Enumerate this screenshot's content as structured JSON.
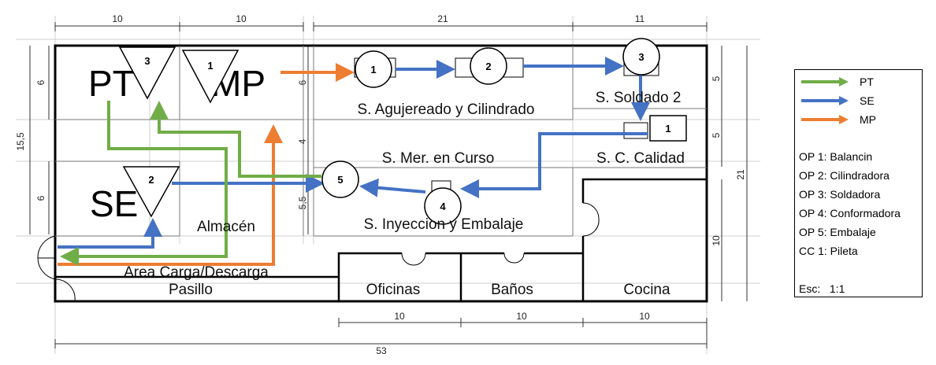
{
  "dimensions": {
    "top_mp": "10",
    "top_pt": "10",
    "top_agujereado": "21",
    "top_soldado": "11",
    "left_total": "15,5",
    "left_pt": "6",
    "left_se": "6",
    "mid_6": "6",
    "mid_4": "4",
    "mid_55": "5,5",
    "right_5a": "5",
    "right_5b": "5",
    "right_10": "10",
    "right_total": "21",
    "bottom_oficinas": "10",
    "bottom_banos": "10",
    "bottom_cocina": "10",
    "bottom_total": "53"
  },
  "rooms": {
    "pt": "PT",
    "mp": "MP",
    "se": "SE",
    "almacen": "Almacén",
    "agujereado": "S. Agujereado y Cilindrado",
    "soldado": "S. Soldado 2",
    "mer_curso": "S. Mer. en Curso",
    "calidad": "S. C. Calidad",
    "inyeccion": "S. Inyeccion y Embalaje",
    "carga": "Area Carga/Descarga",
    "pasillo": "Pasillo",
    "oficinas": "Oficinas",
    "banos": "Baños",
    "cocina": "Cocina"
  },
  "storage_numbers": {
    "pt": "3",
    "mp": "1",
    "se": "2"
  },
  "operations": {
    "op1": "1",
    "op2": "2",
    "op3": "3",
    "op4": "4",
    "op5": "5",
    "cc1": "1"
  },
  "legend": {
    "flows": [
      {
        "label": "PT",
        "color": "#70ad47"
      },
      {
        "label": "SE",
        "color": "#4472c4"
      },
      {
        "label": "MP",
        "color": "#ed7d31"
      }
    ],
    "items": [
      "OP 1: Balancin",
      "OP 2: Cilindradora",
      "OP 3: Soldadora",
      "OP 4: Conformadora",
      "OP 5: Embalaje",
      "CC 1: Pileta"
    ],
    "scale": "Esc:   1:1"
  }
}
